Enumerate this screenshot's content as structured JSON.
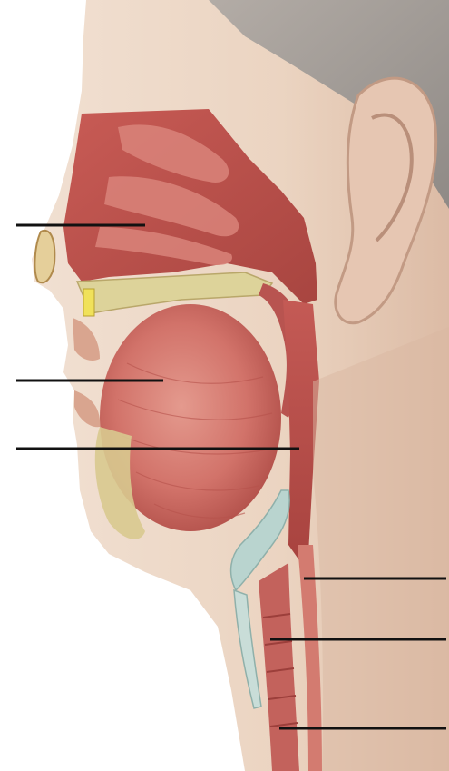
{
  "figure": {
    "subject": "sagittal-section-head-neck",
    "label_lines": [
      {
        "id": "leader-line-nasal-cavity",
        "side": "left"
      },
      {
        "id": "leader-line-tongue",
        "side": "left"
      },
      {
        "id": "leader-line-pharynx",
        "side": "left"
      },
      {
        "id": "leader-line-esophagus",
        "side": "right"
      },
      {
        "id": "leader-line-larynx",
        "side": "right"
      },
      {
        "id": "leader-line-trachea",
        "side": "right"
      }
    ],
    "colors": {
      "skin": "#ecd6c4",
      "skin_shadow": "#c9a894",
      "hair": "#9c9894",
      "muscle": "#c9625a",
      "muscle_light": "#e0887c",
      "bone": "#ddd39a",
      "cartilage": "#b9d4cf",
      "leader": "#111111"
    }
  }
}
